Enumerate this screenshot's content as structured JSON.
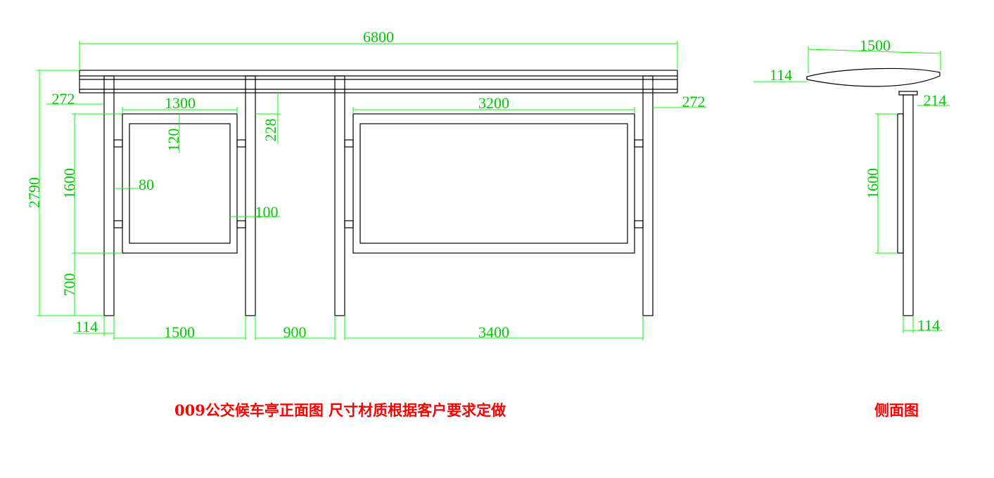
{
  "colors": {
    "outline": "#000000",
    "dimension_line": "#00ff00",
    "dimension_text": "#00cc00",
    "caption": "#ff0000"
  },
  "front_view": {
    "dims": {
      "total_width": "6800",
      "overhang_left": "272",
      "overhang_right": "272",
      "total_height": "2790",
      "small_panel_width": "1300",
      "small_panel_top_gap": "120",
      "header_height": "228",
      "large_panel_width": "3200",
      "panel_height": "1600",
      "frame_inset": "80",
      "side_gap": "100",
      "ground_clearance": "700",
      "post_width": "114",
      "bay1_width": "1500",
      "gap_width": "900",
      "bay2_width": "3400"
    },
    "caption": "009公交候车亭正面图 尺寸材质根据客户要求定做"
  },
  "side_view": {
    "dims": {
      "roof_depth": "1500",
      "roof_thickness": "114",
      "bracket": "214",
      "panel_height": "1600",
      "post_width": "114"
    },
    "caption": "侧面图"
  }
}
